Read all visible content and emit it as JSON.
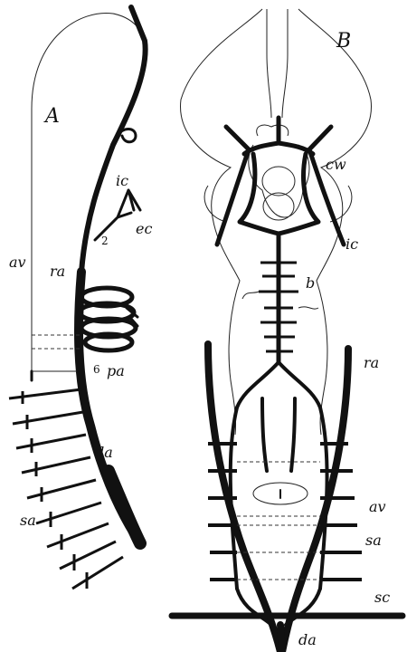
{
  "figure": {
    "panel_a": {
      "letter": "A",
      "labels": {
        "ic": "ic",
        "ec": "ec",
        "ra": "ra",
        "av": "av",
        "pa": "pa",
        "da": "da",
        "sa": "sa"
      },
      "arch_numbers": {
        "first": "2",
        "last": "6"
      }
    },
    "panel_b": {
      "letter": "B",
      "labels": {
        "cw": "cw",
        "ic": "ic",
        "b": "b",
        "ra": "ra",
        "av": "av",
        "sa": "sa",
        "sc": "sc",
        "da": "da"
      }
    }
  }
}
